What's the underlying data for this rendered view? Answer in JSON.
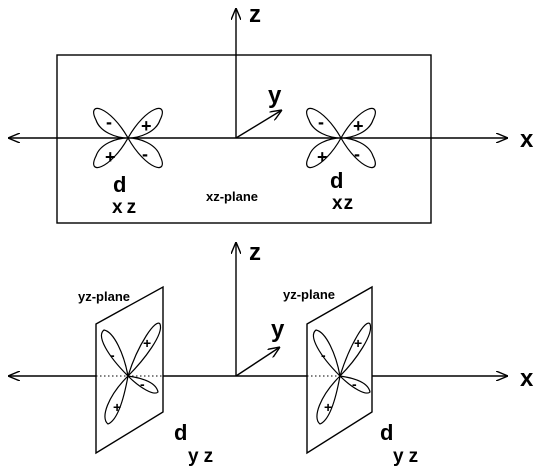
{
  "top_panel": {
    "axes": {
      "x": "x",
      "y": "y",
      "z": "z"
    },
    "plane_label": "xz-plane",
    "orbital_main": "d",
    "orbital_sub": "xz",
    "left_orbital": {
      "signs": {
        "upper_left": "-",
        "upper_right": "+",
        "lower_left": "+",
        "lower_right": "-"
      }
    },
    "right_orbital": {
      "signs": {
        "upper_left": "-",
        "upper_right": "+",
        "lower_left": "+",
        "lower_right": "-"
      }
    }
  },
  "bottom_panel": {
    "axes": {
      "x": "x",
      "y": "y",
      "z": "z"
    },
    "plane_label": "yz-plane",
    "orbital_main": "d",
    "orbital_sub": "yz",
    "left_orbital": {
      "signs": {
        "upper_left": "-",
        "upper_right": "+",
        "lower_left": "+",
        "lower_right": "-"
      }
    },
    "right_orbital": {
      "signs": {
        "upper_left": "-",
        "upper_right": "+",
        "lower_left": "+",
        "lower_right": "-"
      }
    }
  },
  "colors": {
    "ink": "#000000",
    "background": "#ffffff"
  }
}
